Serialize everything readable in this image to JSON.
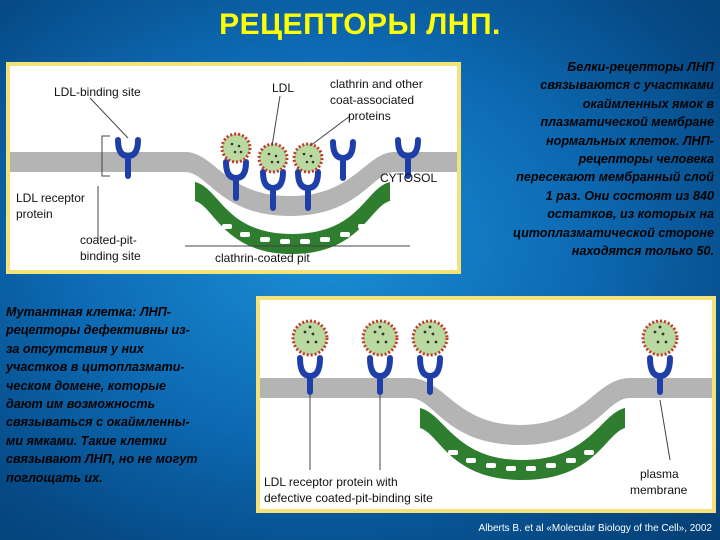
{
  "title": "РЕЦЕПТОРЫ ЛНП.",
  "top_description": "Белки-рецепторы ЛНП связываются с участками окаймленных ямок в плазматической мембране нормальных клеток. ЛНП-рецепторы человека пересекают мембранный слой 1 раз. Они состоят из 840 остатков, из которых на цитоплазматической стороне находятся только 50.",
  "top_description_lines": [
    "Белки-рецепторы ЛНП",
    "связываются с участками",
    "окаймленных ямок в",
    "плазматической мембране",
    "нормальных клеток. ЛНП-",
    "рецепторы человека",
    "пересекают мембранный слой",
    "1 раз. Они состоят из 840",
    "остатков, из которых на",
    "цитоплазматической стороне",
    "находятся только 50."
  ],
  "bottom_description_lines": [
    "Мутантная клетка: ЛНП-",
    "рецепторы дефективны из-",
    "за отсутствия у них",
    "участков в цитоплазмати-",
    "ческом домене, которые",
    "дают им возможность",
    "связываться с окаймленны-",
    "ми ямками. Такие клетки",
    "связывают ЛНП, но не могут",
    "поглощать их."
  ],
  "figure_top": {
    "ldl_binding_site": "LDL-binding site",
    "ldl": "LDL",
    "clathrin_line1": "clathrin and other",
    "clathrin_line2": "coat-associated",
    "clathrin_line3": "proteins",
    "cytosol": "CYTOSOL",
    "ldl_receptor_line1": "LDL receptor",
    "ldl_receptor_line2": "protein",
    "coated_pit_line1": "coated-pit-",
    "coated_pit_line2": "binding site",
    "clathrin_coated_pit": "clathrin-coated pit"
  },
  "figure_bottom": {
    "defective_line1": "LDL receptor protein with",
    "defective_line2": "defective coated-pit-binding site",
    "plasma": "plasma",
    "membrane": "membrane"
  },
  "citation": "Alberts B. et al «Molecular Biology of the Cell», 2002",
  "colors": {
    "background": "#0d6bb4",
    "title": "#ffff00",
    "panel_border": "#f3e27a",
    "receptor": "#1f3fa8",
    "clathrin": "#2f7d2f",
    "ldl_fill": "#b9d9a0",
    "ldl_dots": "#c0392b",
    "membrane": "#b4b4b4"
  },
  "icons": [
    "ldl-particle-icon",
    "receptor-icon",
    "clathrin-coat-icon"
  ]
}
